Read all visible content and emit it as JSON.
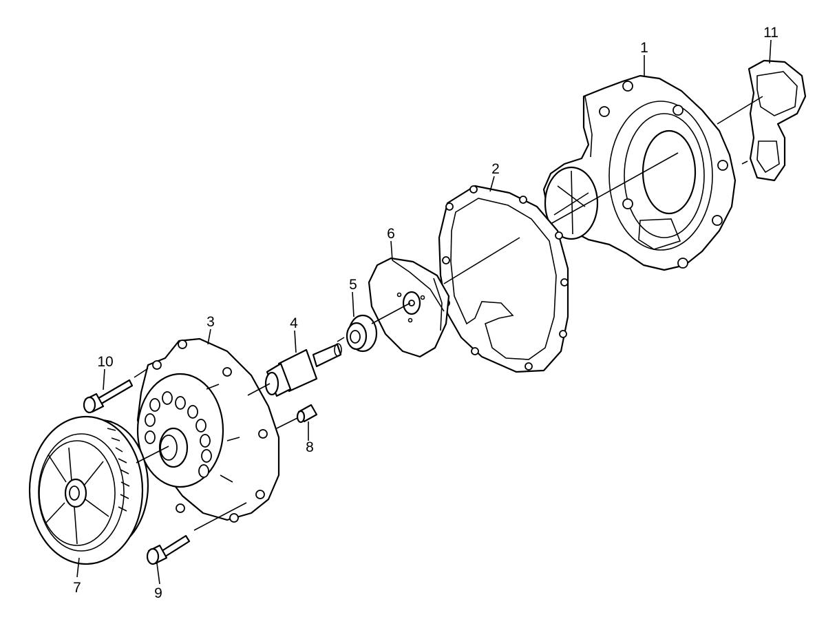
{
  "diagram": {
    "callouts": [
      "1",
      "2",
      "3",
      "4",
      "5",
      "6",
      "7",
      "8",
      "9",
      "10",
      "11"
    ]
  },
  "parts": [
    {
      "callout": "1",
      "icon": "pump-housing-icon"
    },
    {
      "callout": "2",
      "icon": "housing-gasket-icon"
    },
    {
      "callout": "3",
      "icon": "bearing-cover-icon"
    },
    {
      "callout": "4",
      "icon": "pump-shaft-icon"
    },
    {
      "callout": "5",
      "icon": "shaft-seal-icon"
    },
    {
      "callout": "6",
      "icon": "impeller-icon"
    },
    {
      "callout": "7",
      "icon": "pulley-icon"
    },
    {
      "callout": "8",
      "icon": "dowel-sleeve-icon"
    },
    {
      "callout": "9",
      "icon": "flange-bolt-icon"
    },
    {
      "callout": "10",
      "icon": "flange-bolt-icon"
    },
    {
      "callout": "11",
      "icon": "outlet-gasket-icon"
    }
  ]
}
